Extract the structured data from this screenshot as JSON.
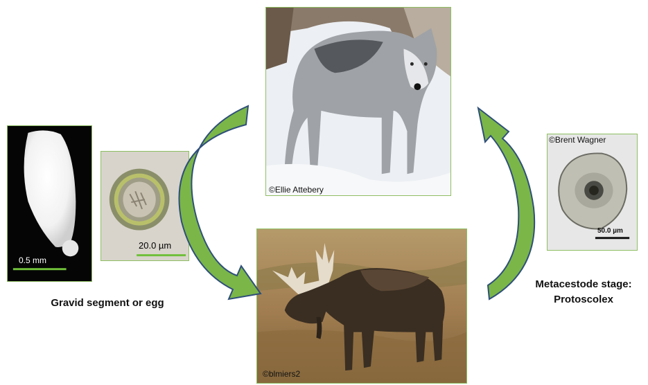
{
  "credits": {
    "wolf": "©Ellie Attebery",
    "moose": "©blmiers2",
    "protoscolex": "©Brent Wagner"
  },
  "scales": {
    "segment": "0.5 mm",
    "egg": "20.0 µm",
    "protoscolex": "50.0 µm"
  },
  "labels": {
    "egg_stage": "Gravid segment or egg",
    "metacestode_line1": "Metacestode stage:",
    "metacestode_line2": "Protoscolex"
  },
  "colors": {
    "arrow_fill": "#7ab648",
    "arrow_stroke": "#2f4f7a",
    "panel_border": "#8fbf63",
    "scale_bar": "#6fbf3a"
  }
}
